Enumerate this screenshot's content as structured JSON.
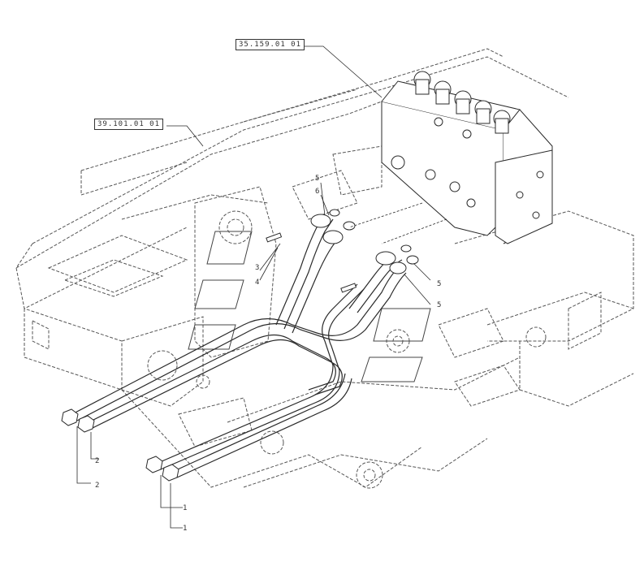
{
  "references": {
    "valve_ref": "35.159.01 01",
    "frame_ref": "39.101.01 01"
  },
  "callouts": {
    "c1a": "1",
    "c1b": "1",
    "c2a": "2",
    "c2b": "2",
    "c3": "3",
    "c4": "4",
    "c5a": "5",
    "c5b": "5",
    "c5c": "5",
    "c6": "6"
  },
  "colors": {
    "line": "#2a2a2a",
    "dashed": "#555555",
    "background": "#ffffff"
  }
}
